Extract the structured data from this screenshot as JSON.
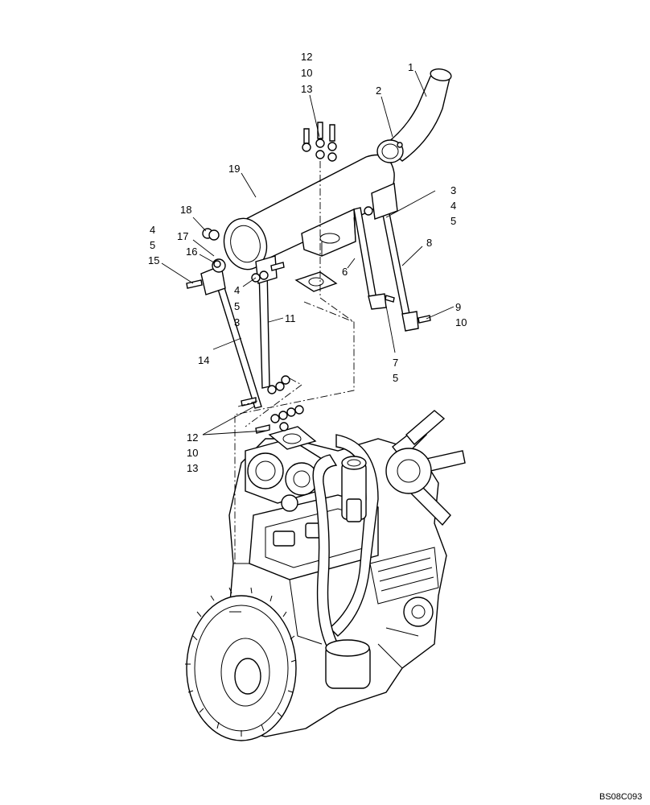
{
  "callouts": {
    "c1": "1",
    "c2": "2",
    "c3a": "3",
    "c4a": "4",
    "c5a": "5",
    "c6": "6",
    "c7": "7",
    "c5c": "5",
    "c8": "8",
    "c9": "9",
    "c10a": "10",
    "c11": "11",
    "c12a": "12",
    "c10b": "10",
    "c13a": "13",
    "c12b": "12",
    "c10c": "10",
    "c13b": "13",
    "c14": "14",
    "c15": "15",
    "c4b": "4",
    "c5b": "5",
    "c16": "16",
    "c17": "17",
    "c18": "18",
    "c19": "19",
    "c4c": "4",
    "c5d": "5",
    "c3b": "3"
  },
  "drawing_code": "BS08C093"
}
